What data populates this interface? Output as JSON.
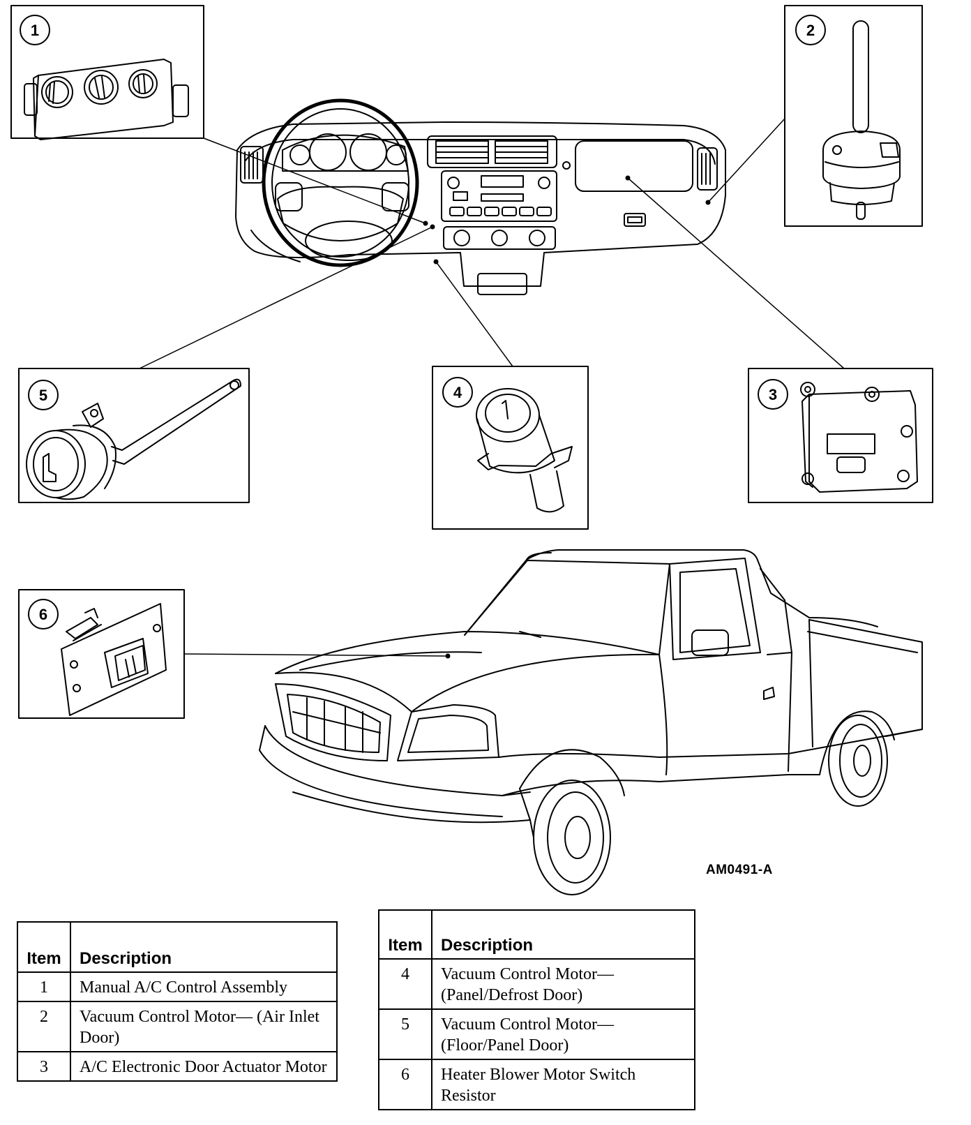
{
  "callouts": [
    "1",
    "2",
    "3",
    "4",
    "5",
    "6"
  ],
  "drawing_code": "AM0491-A",
  "legend_left": {
    "header_item": "Item",
    "header_description": "Description",
    "rows": [
      {
        "item": "1",
        "description": "Manual A/C Control Assembly"
      },
      {
        "item": "2",
        "description": "Vacuum Control Motor— (Air Inlet Door)"
      },
      {
        "item": "3",
        "description": "A/C Electronic Door Actuator Motor"
      }
    ]
  },
  "legend_right": {
    "header_item": "Item",
    "header_description": "Description",
    "rows": [
      {
        "item": "4",
        "description": "Vacuum Control Motor— (Panel/Defrost Door)"
      },
      {
        "item": "5",
        "description": "Vacuum Control Motor— (Floor/Panel Door)"
      },
      {
        "item": "6",
        "description": "Heater Blower Motor Switch Resistor"
      }
    ]
  }
}
